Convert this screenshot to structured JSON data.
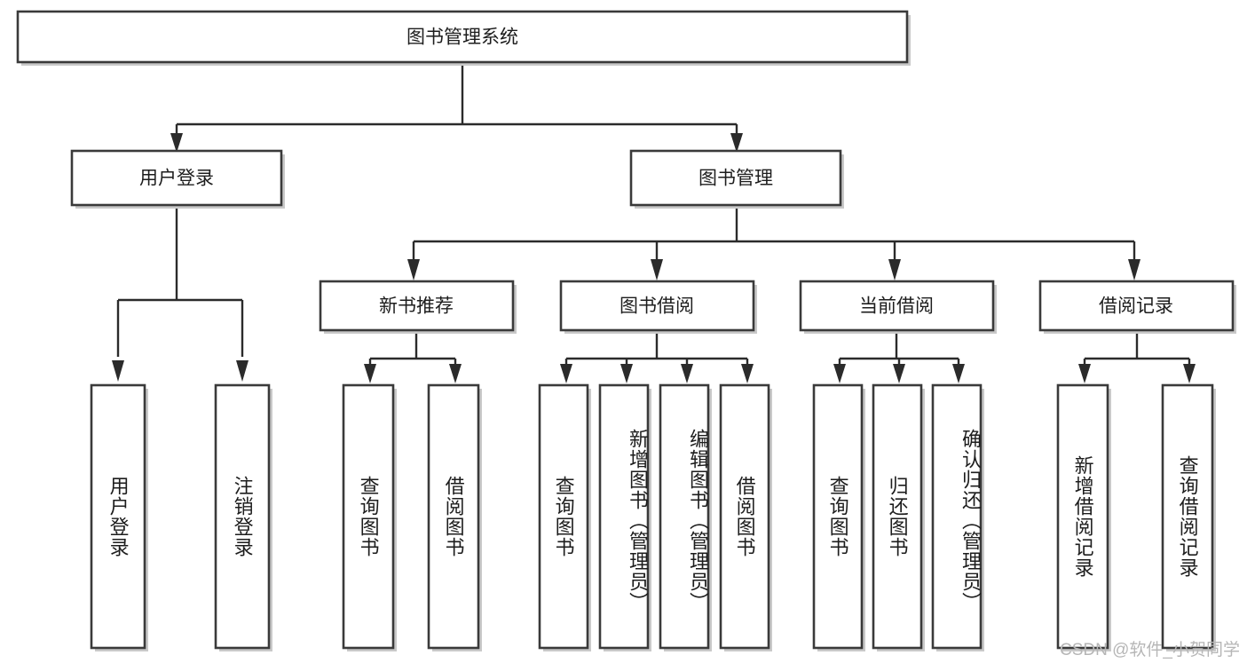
{
  "diagram": {
    "type": "tree",
    "title": "图书管理系统",
    "watermark": "CSDN @软件_小贺同学",
    "colors": {
      "box_stroke": "#3a3a3a",
      "box_fill": "#ffffff",
      "link": "#2b2b2b",
      "shadow": "#c9c9c9",
      "text": "#1d1d1d",
      "watermark": "#b6b6b6"
    },
    "levels": {
      "root": {
        "label": "图书管理系统"
      },
      "level2": [
        {
          "label": "用户登录"
        },
        {
          "label": "图书管理"
        }
      ],
      "level3": [
        {
          "label": "新书推荐"
        },
        {
          "label": "图书借阅"
        },
        {
          "label": "当前借阅"
        },
        {
          "label": "借阅记录"
        }
      ]
    },
    "leaves": {
      "user_login": [
        {
          "label": "用户登录"
        },
        {
          "label": "注销登录"
        }
      ],
      "new_book": [
        {
          "label": "查询图书"
        },
        {
          "label": "借阅图书"
        }
      ],
      "book_borrow": [
        {
          "label": "查询图书"
        },
        {
          "label": "新增图书（管理员）"
        },
        {
          "label": "编辑图书（管理员）"
        },
        {
          "label": "借阅图书"
        }
      ],
      "current_borrow": [
        {
          "label": "查询图书"
        },
        {
          "label": "归还图书"
        },
        {
          "label": "确认归还（管理员）"
        }
      ],
      "borrow_record": [
        {
          "label": "新增借阅记录"
        },
        {
          "label": "查询借阅记录"
        }
      ]
    }
  }
}
